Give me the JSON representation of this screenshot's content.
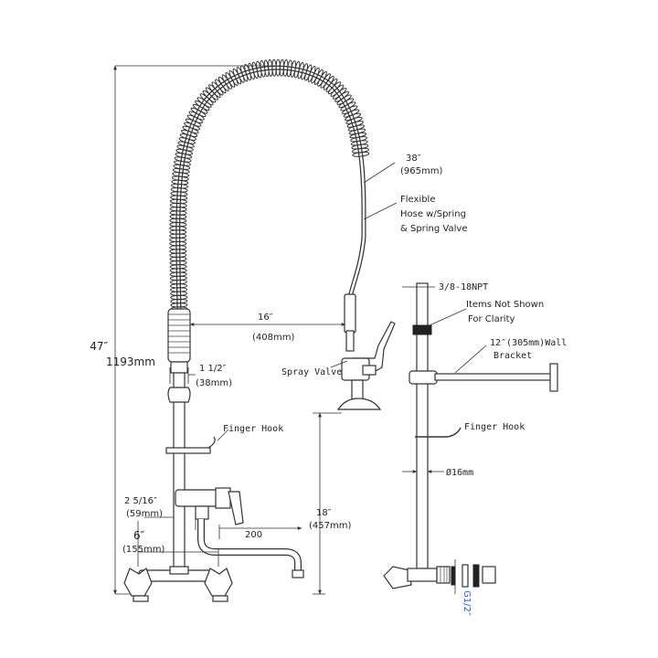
{
  "labels": {
    "total_height_in": "47″",
    "total_height_mm": "1193mm",
    "hose_length_in": "38″",
    "hose_length_mm": "(965mm)",
    "hose_desc_1": "Flexible",
    "hose_desc_2": "Hose w/Spring",
    "hose_desc_3": "& Spring Valve",
    "reach_in": "16″",
    "reach_mm": "(408mm)",
    "spray_valve": "Spray Valve",
    "tube_in": "1 1/2″",
    "tube_mm": "(38mm)",
    "finger_hook_left": "Finger Hook",
    "inlet_in": "2 5/16″",
    "inlet_mm": "(59mm)",
    "spout_len": "200",
    "spout_height_in": "18″",
    "spout_height_mm": "(457mm)",
    "center_in": "6″",
    "center_mm": "(155mm)",
    "npt": "3/8-18NPT",
    "not_shown_1": "Items Not Shown",
    "not_shown_2": "For Clarity",
    "bracket_1": "12″(305mm)Wall",
    "bracket_2": "Bracket",
    "finger_hook_right": "Finger Hook",
    "riser_dia": "Ø16mm",
    "conn_dia": "G1/2″"
  }
}
